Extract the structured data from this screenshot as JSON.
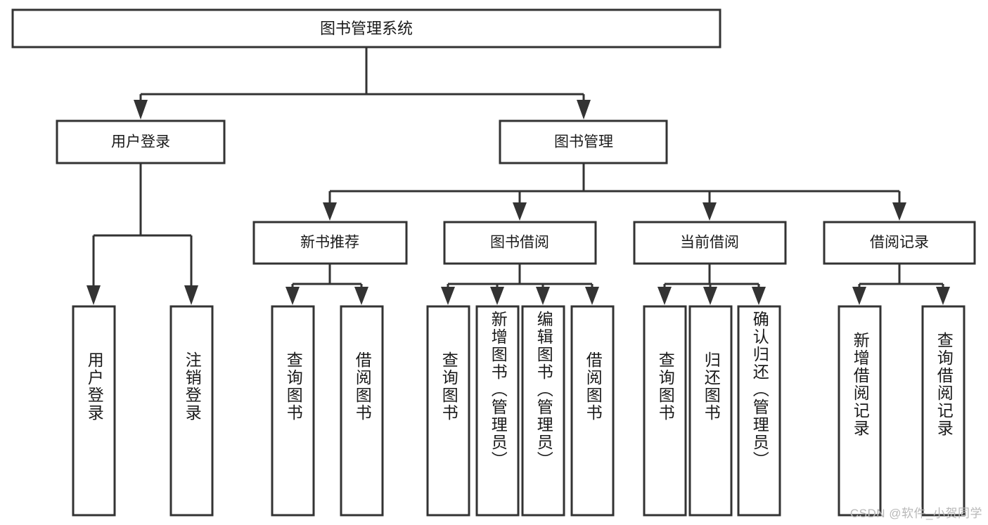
{
  "diagram": {
    "type": "tree-hierarchy",
    "title": "图书管理系统",
    "watermark": "CSDN @软件_小贺同学",
    "colors": {
      "stroke": "#333333",
      "fill": "#ffffff",
      "text": "#1a1a1a",
      "watermark": "#b8b8b8",
      "background": "#ffffff"
    },
    "levels": {
      "root": {
        "label": "图书管理系统"
      },
      "level1": [
        {
          "label": "用户登录"
        },
        {
          "label": "图书管理"
        }
      ],
      "level2": [
        {
          "label": "新书推荐"
        },
        {
          "label": "图书借阅"
        },
        {
          "label": "当前借阅"
        },
        {
          "label": "借阅记录"
        }
      ],
      "leaves": {
        "user_login": [
          {
            "label": "用户登录"
          },
          {
            "label": "注销登录"
          }
        ],
        "new_book_recommend": [
          {
            "label": "查询图书"
          },
          {
            "label": "借阅图书"
          }
        ],
        "book_borrow": [
          {
            "label": "查询图书"
          },
          {
            "label": "新增图书（管理员）"
          },
          {
            "label": "编辑图书（管理员）"
          },
          {
            "label": "借阅图书"
          }
        ],
        "current_borrow": [
          {
            "label": "查询图书"
          },
          {
            "label": "归还图书"
          },
          {
            "label": "确认归还（管理员）"
          }
        ],
        "borrow_record": [
          {
            "label": "新增借阅记录"
          },
          {
            "label": "查询借阅记录"
          }
        ]
      }
    }
  }
}
